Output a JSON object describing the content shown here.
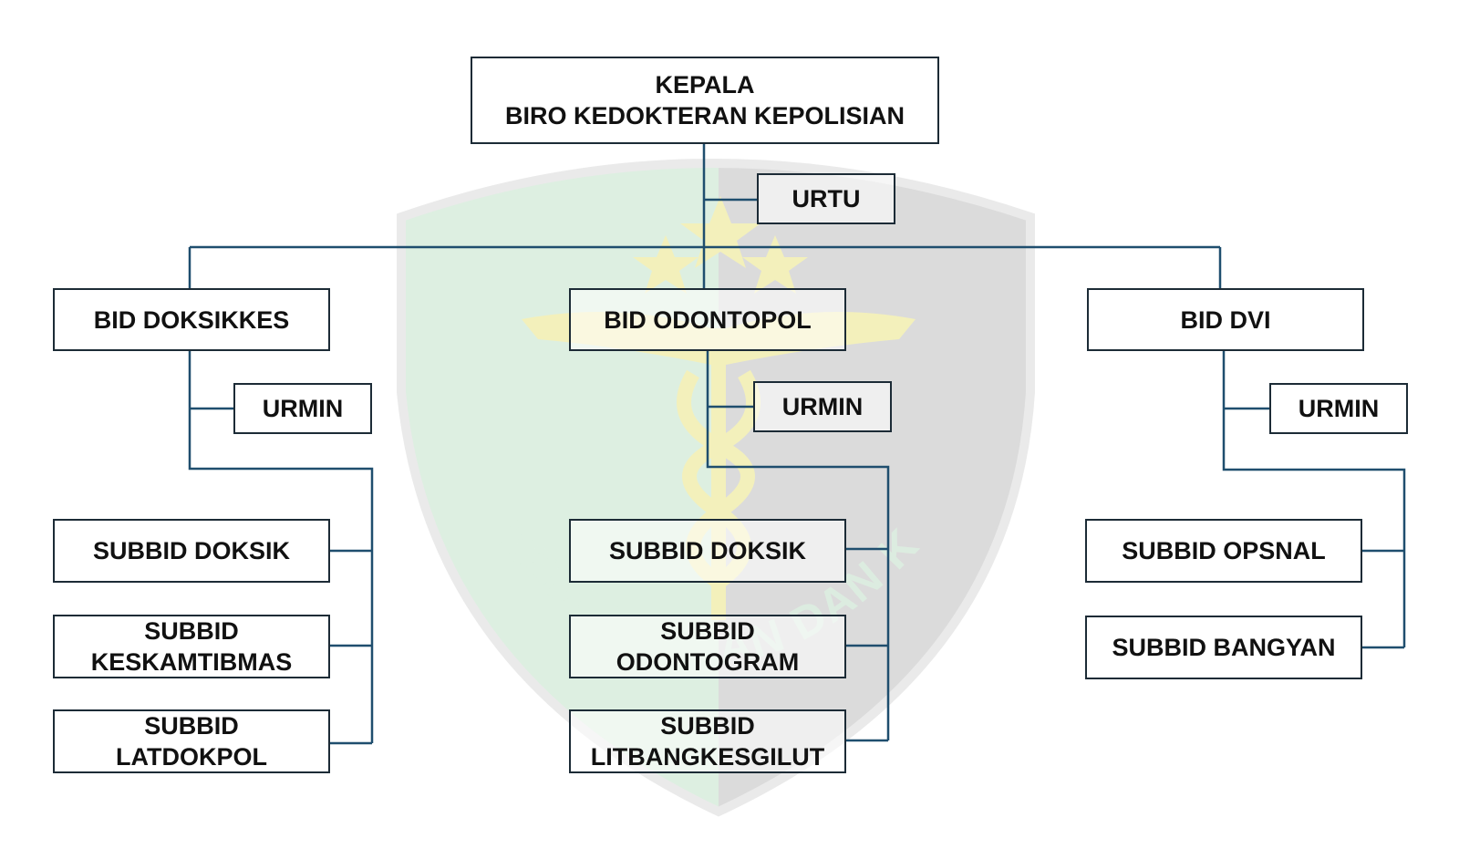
{
  "colors": {
    "connector": "#1f4e6e",
    "box_border": "#1c2b36",
    "watermark_left": "#dcefe0",
    "watermark_right": "#d9d9d9",
    "watermark_gold": "#f3f0b8"
  },
  "watermark": {
    "emblem": "caduceus-shield-icon",
    "text": "KEDOKTERAN DAN KESEHATAN"
  },
  "head": {
    "line1": "KEPALA",
    "line2": "BIRO KEDOKTERAN KEPOLISIAN"
  },
  "urtu": "URTU",
  "divisions": [
    {
      "name": "BID DOKSIKKES",
      "urmin": "URMIN",
      "subunits": [
        {
          "line1": "SUBBID DOKSIK"
        },
        {
          "line1": "SUBBID",
          "line2": "KESKAMTIBMAS"
        },
        {
          "line1": "SUBBID",
          "line2": "LATDOKPOL"
        }
      ]
    },
    {
      "name": "BID ODONTOPOL",
      "urmin": "URMIN",
      "subunits": [
        {
          "line1": "SUBBID DOKSIK"
        },
        {
          "line1": "SUBBID",
          "line2": "ODONTOGRAM"
        },
        {
          "line1": "SUBBID",
          "line2": "LITBANGKESGILUT"
        }
      ]
    },
    {
      "name": "BID DVI",
      "urmin": "URMIN",
      "subunits": [
        {
          "line1": "SUBBID OPSNAL"
        },
        {
          "line1": "SUBBID BANGYAN"
        }
      ]
    }
  ]
}
